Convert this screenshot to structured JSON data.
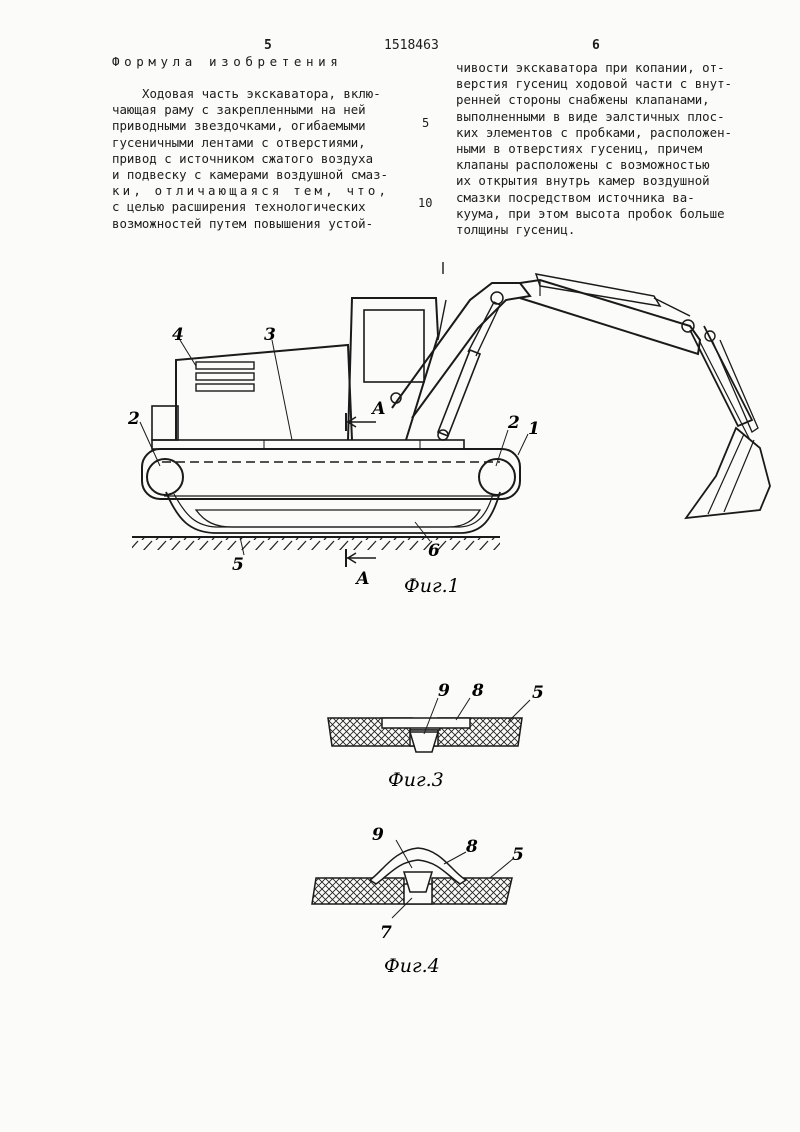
{
  "header": {
    "page_left": "5",
    "patent_number": "1518463",
    "page_right": "6"
  },
  "heading": "Формула изобретения",
  "left_column": [
    "Ходовая часть экскаватора, вклю-",
    "чающая раму с закрепленными на ней",
    "приводными звездочками, огибаемыми",
    "гусеничными лентами с отверстиями,",
    "привод с источником сжатого воздуха",
    "и подвеску с камерами воздушной смаз-",
    "ки, отличающаяся тем, что,",
    "с целью расширения технологических",
    "возможностей путем повышения устой-"
  ],
  "right_column": [
    "чивости экскаватора при копании, от-",
    "верстия гусениц ходовой части с внут-",
    "ренней стороны снабжены клапанами,",
    "выполненными в виде эалстичных плос-",
    "ких элементов с пробками, расположен-",
    "ными в отверстиях гусениц, причем",
    "клапаны расположены с возможностью",
    "их открытия внутрь камер воздушной",
    "смазки посредством источника ва-",
    "куума, при этом высота пробок больше",
    "толщины гусениц."
  ],
  "line_numbers": [
    "5",
    "10"
  ],
  "figure1": {
    "caption": "Фиг.1",
    "refs": [
      "1",
      "2",
      "2",
      "3",
      "4",
      "5",
      "6"
    ],
    "section_mark": "А"
  },
  "figure3": {
    "caption": "Фиг.3",
    "refs": [
      "9",
      "8",
      "5"
    ]
  },
  "figure4": {
    "caption": "Фиг.4",
    "refs": [
      "9",
      "8",
      "5",
      "7"
    ]
  }
}
